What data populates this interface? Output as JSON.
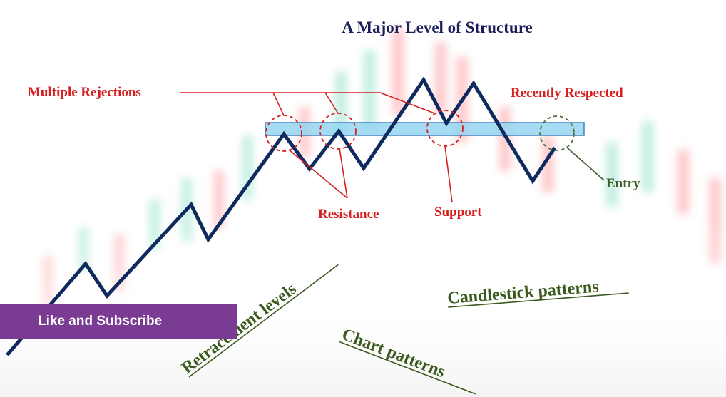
{
  "title": "A Major Level of Structure",
  "annotations": {
    "multiple_rejections": "Multiple Rejections",
    "recently_respected": "Recently Respected",
    "resistance": "Resistance",
    "support": "Support",
    "entry": "Entry"
  },
  "topics": {
    "retracement": "Retracement levels",
    "chart_patterns": "Chart patterns",
    "candlestick": "Candlestick patterns"
  },
  "banner": {
    "label": "Like and Subscribe"
  },
  "colors": {
    "title": "#1a1f5c",
    "price_line": "#0f2a5e",
    "annotation_red": "#d61f1f",
    "topic_green": "#3b5a1e",
    "entry_green": "#3f5d2a",
    "zone_fill": "#8fd3f0",
    "zone_stroke": "#3b7fc0",
    "banner_bg": "#7a3b93"
  }
}
